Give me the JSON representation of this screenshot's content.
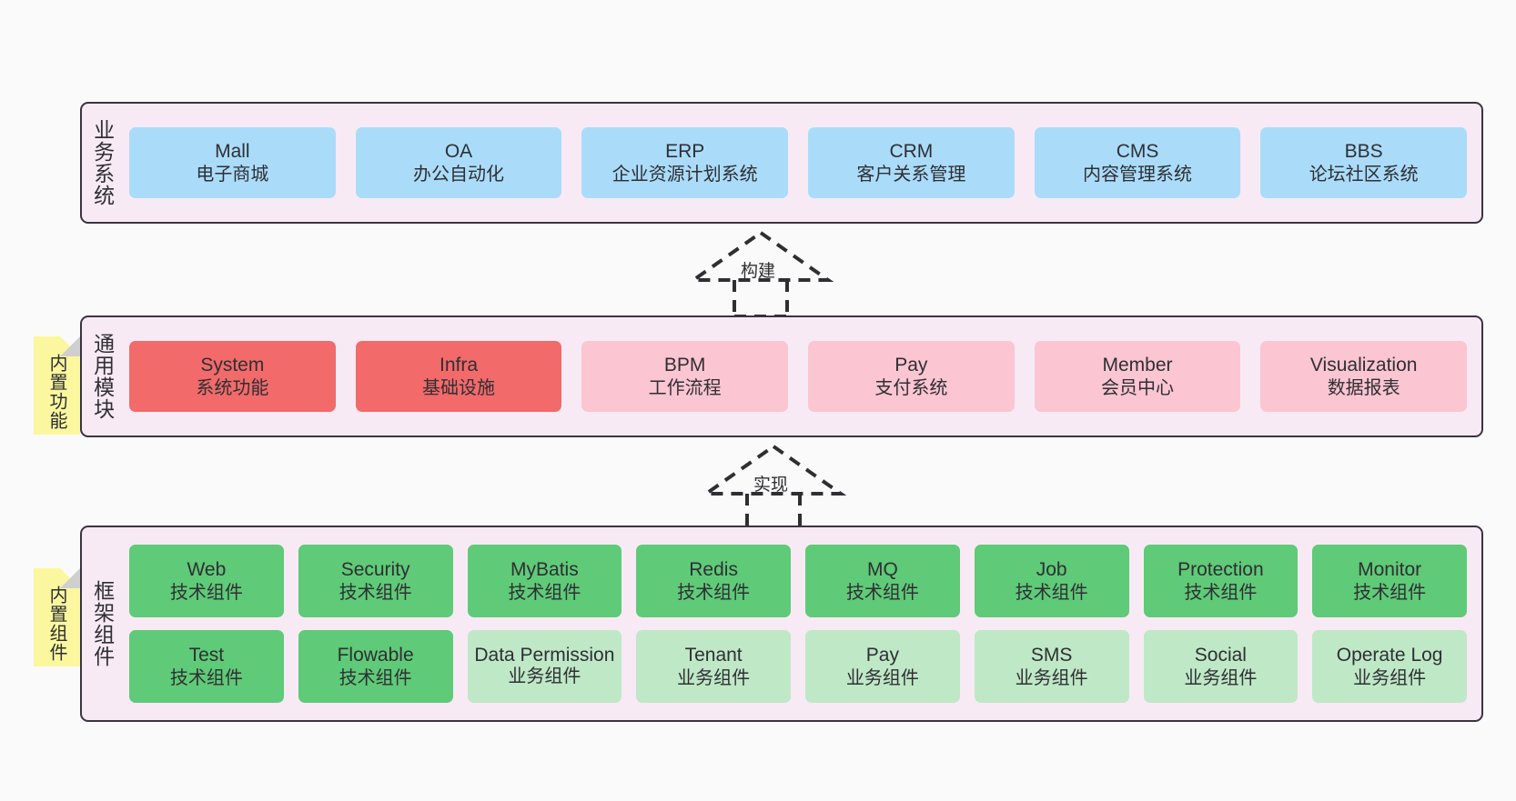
{
  "diagram": {
    "background": "#fafafa",
    "colors": {
      "layer_fill": "#f7eaf4",
      "layer_border": "#3b3340",
      "business": "#aadcfa",
      "module_core": "#f26a6a",
      "module_optional": "#fbc5d2",
      "component_tech": "#5fca78",
      "component_biz": "#bfe8c7",
      "sticky": "#fbf79e"
    }
  },
  "layers": [
    {
      "id": "business-system",
      "title": "业务系统",
      "rows": [
        {
          "nodes": [
            {
              "en": "Mall",
              "cn": "电子商城",
              "style": "c-blue"
            },
            {
              "en": "OA",
              "cn": "办公自动化",
              "style": "c-blue"
            },
            {
              "en": "ERP",
              "cn": "企业资源计划系统",
              "style": "c-blue"
            },
            {
              "en": "CRM",
              "cn": "客户关系管理",
              "style": "c-blue"
            },
            {
              "en": "CMS",
              "cn": "内容管理系统",
              "style": "c-blue"
            },
            {
              "en": "BBS",
              "cn": "论坛社区系统",
              "style": "c-blue"
            }
          ]
        }
      ]
    },
    {
      "id": "common-module",
      "title": "通用模块",
      "sticky": "内置功能",
      "rows": [
        {
          "nodes": [
            {
              "en": "System",
              "cn": "系统功能",
              "style": "c-red"
            },
            {
              "en": "Infra",
              "cn": "基础设施",
              "style": "c-red"
            },
            {
              "en": "BPM",
              "cn": "工作流程",
              "style": "c-pink"
            },
            {
              "en": "Pay",
              "cn": "支付系统",
              "style": "c-pink"
            },
            {
              "en": "Member",
              "cn": "会员中心",
              "style": "c-pink"
            },
            {
              "en": "Visualization",
              "cn": "数据报表",
              "style": "c-pink"
            }
          ]
        }
      ]
    },
    {
      "id": "framework-component",
      "title": "框架组件",
      "sticky": "内置组件",
      "rows": [
        {
          "nodes": [
            {
              "en": "Web",
              "cn": "技术组件",
              "style": "c-green"
            },
            {
              "en": "Security",
              "cn": "技术组件",
              "style": "c-green"
            },
            {
              "en": "MyBatis",
              "cn": "技术组件",
              "style": "c-green"
            },
            {
              "en": "Redis",
              "cn": "技术组件",
              "style": "c-green"
            },
            {
              "en": "MQ",
              "cn": "技术组件",
              "style": "c-green"
            },
            {
              "en": "Job",
              "cn": "技术组件",
              "style": "c-green"
            },
            {
              "en": "Protection",
              "cn": "技术组件",
              "style": "c-green"
            },
            {
              "en": "Monitor",
              "cn": "技术组件",
              "style": "c-green"
            }
          ]
        },
        {
          "nodes": [
            {
              "en": "Test",
              "cn": "技术组件",
              "style": "c-green"
            },
            {
              "en": "Flowable",
              "cn": "技术组件",
              "style": "c-green"
            },
            {
              "en": "Data Permission",
              "cn": "业务组件",
              "style": "c-lightgreen"
            },
            {
              "en": "Tenant",
              "cn": "业务组件",
              "style": "c-lightgreen"
            },
            {
              "en": "Pay",
              "cn": "业务组件",
              "style": "c-lightgreen"
            },
            {
              "en": "SMS",
              "cn": "业务组件",
              "style": "c-lightgreen"
            },
            {
              "en": "Social",
              "cn": "业务组件",
              "style": "c-lightgreen"
            },
            {
              "en": "Operate Log",
              "cn": "业务组件",
              "style": "c-lightgreen"
            }
          ]
        }
      ]
    }
  ],
  "connectors": [
    {
      "id": "build",
      "label": "构建",
      "from": "common-module",
      "to": "business-system"
    },
    {
      "id": "implement",
      "label": "实现",
      "from": "framework-component",
      "to": "common-module"
    }
  ]
}
